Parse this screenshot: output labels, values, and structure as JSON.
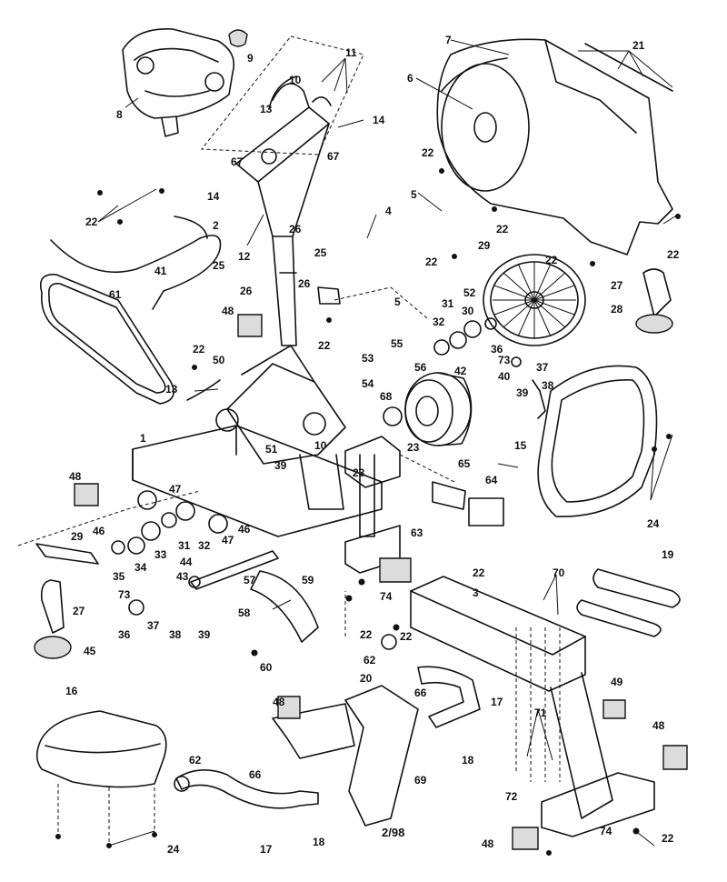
{
  "callouts": [
    {
      "id": "c7",
      "text": "7"
    },
    {
      "id": "c21",
      "text": "21"
    },
    {
      "id": "c6",
      "text": "6"
    },
    {
      "id": "c9",
      "text": "9"
    },
    {
      "id": "c11",
      "text": "11"
    },
    {
      "id": "c10a",
      "text": "10"
    },
    {
      "id": "c8",
      "text": "8"
    },
    {
      "id": "c13a",
      "text": "13"
    },
    {
      "id": "c14a",
      "text": "14"
    },
    {
      "id": "c67a",
      "text": "67"
    },
    {
      "id": "c67b",
      "text": "67"
    },
    {
      "id": "c22a",
      "text": "22"
    },
    {
      "id": "c14b",
      "text": "14"
    },
    {
      "id": "c22b",
      "text": "22"
    },
    {
      "id": "c2",
      "text": "2"
    },
    {
      "id": "c5a",
      "text": "5"
    },
    {
      "id": "c4",
      "text": "4"
    },
    {
      "id": "c22c",
      "text": "22"
    },
    {
      "id": "c26a",
      "text": "26"
    },
    {
      "id": "c25a",
      "text": "25"
    },
    {
      "id": "c12",
      "text": "12"
    },
    {
      "id": "c22d",
      "text": "22"
    },
    {
      "id": "c22e",
      "text": "22"
    },
    {
      "id": "c29a",
      "text": "29"
    },
    {
      "id": "c41",
      "text": "41"
    },
    {
      "id": "c25b",
      "text": "25"
    },
    {
      "id": "c26b",
      "text": "26"
    },
    {
      "id": "c26c",
      "text": "26"
    },
    {
      "id": "c22f",
      "text": "22"
    },
    {
      "id": "c27a",
      "text": "27"
    },
    {
      "id": "c61",
      "text": "61"
    },
    {
      "id": "c31a",
      "text": "31"
    },
    {
      "id": "c52",
      "text": "52"
    },
    {
      "id": "c5b",
      "text": "5"
    },
    {
      "id": "c28",
      "text": "28"
    },
    {
      "id": "c30",
      "text": "30"
    },
    {
      "id": "c48a",
      "text": "48"
    },
    {
      "id": "c32a",
      "text": "32"
    },
    {
      "id": "c22g",
      "text": "22"
    },
    {
      "id": "c55",
      "text": "55"
    },
    {
      "id": "c36a",
      "text": "36"
    },
    {
      "id": "c22h",
      "text": "22"
    },
    {
      "id": "c53",
      "text": "53"
    },
    {
      "id": "c73a",
      "text": "73"
    },
    {
      "id": "c50",
      "text": "50"
    },
    {
      "id": "c56",
      "text": "56"
    },
    {
      "id": "c37a",
      "text": "37"
    },
    {
      "id": "c42",
      "text": "42"
    },
    {
      "id": "c38a",
      "text": "38"
    },
    {
      "id": "c40",
      "text": "40"
    },
    {
      "id": "c54",
      "text": "54"
    },
    {
      "id": "c13b",
      "text": "13"
    },
    {
      "id": "c68",
      "text": "68"
    },
    {
      "id": "c39a",
      "text": "39"
    },
    {
      "id": "c1",
      "text": "1"
    },
    {
      "id": "c23a",
      "text": "23"
    },
    {
      "id": "c15",
      "text": "15"
    },
    {
      "id": "c51",
      "text": "51"
    },
    {
      "id": "c10b",
      "text": "10"
    },
    {
      "id": "c39b",
      "text": "39"
    },
    {
      "id": "c23b",
      "text": "23"
    },
    {
      "id": "c65",
      "text": "65"
    },
    {
      "id": "c48b",
      "text": "48"
    },
    {
      "id": "c64",
      "text": "64"
    },
    {
      "id": "c47a",
      "text": "47"
    },
    {
      "id": "c46a",
      "text": "46"
    },
    {
      "id": "c24a",
      "text": "24"
    },
    {
      "id": "c29b",
      "text": "29"
    },
    {
      "id": "c33",
      "text": "33"
    },
    {
      "id": "c31b",
      "text": "31"
    },
    {
      "id": "c32b",
      "text": "32"
    },
    {
      "id": "c47b",
      "text": "47"
    },
    {
      "id": "c46b",
      "text": "46"
    },
    {
      "id": "c63",
      "text": "63"
    },
    {
      "id": "c35",
      "text": "35"
    },
    {
      "id": "c34",
      "text": "34"
    },
    {
      "id": "c44",
      "text": "44"
    },
    {
      "id": "c19",
      "text": "19"
    },
    {
      "id": "c22i",
      "text": "22"
    },
    {
      "id": "c70",
      "text": "70"
    },
    {
      "id": "c43",
      "text": "43"
    },
    {
      "id": "c57",
      "text": "57"
    },
    {
      "id": "c59",
      "text": "59"
    },
    {
      "id": "c3",
      "text": "3"
    },
    {
      "id": "c27b",
      "text": "27"
    },
    {
      "id": "c74a",
      "text": "74"
    },
    {
      "id": "c73b",
      "text": "73"
    },
    {
      "id": "c58",
      "text": "58"
    },
    {
      "id": "c37b",
      "text": "37"
    },
    {
      "id": "c22j",
      "text": "22"
    },
    {
      "id": "c22k",
      "text": "22"
    },
    {
      "id": "c36b",
      "text": "36"
    },
    {
      "id": "c38b",
      "text": "38"
    },
    {
      "id": "c39c",
      "text": "39"
    },
    {
      "id": "c45",
      "text": "45"
    },
    {
      "id": "c62a",
      "text": "62"
    },
    {
      "id": "c60",
      "text": "60"
    },
    {
      "id": "c20",
      "text": "20"
    },
    {
      "id": "c49",
      "text": "49"
    },
    {
      "id": "c16",
      "text": "16"
    },
    {
      "id": "c48c",
      "text": "48"
    },
    {
      "id": "c66a",
      "text": "66"
    },
    {
      "id": "c17a",
      "text": "17"
    },
    {
      "id": "c71",
      "text": "71"
    },
    {
      "id": "c48d",
      "text": "48"
    },
    {
      "id": "c18a",
      "text": "18"
    },
    {
      "id": "c62b",
      "text": "62"
    },
    {
      "id": "c66b",
      "text": "66"
    },
    {
      "id": "c69",
      "text": "69"
    },
    {
      "id": "c72",
      "text": "72"
    },
    {
      "id": "c18b",
      "text": "18"
    },
    {
      "id": "c24b",
      "text": "24"
    },
    {
      "id": "c17b",
      "text": "17"
    },
    {
      "id": "c74b",
      "text": "74"
    },
    {
      "id": "c22l",
      "text": "22"
    },
    {
      "id": "c48e",
      "text": "48"
    }
  ],
  "date_code": "2/98"
}
